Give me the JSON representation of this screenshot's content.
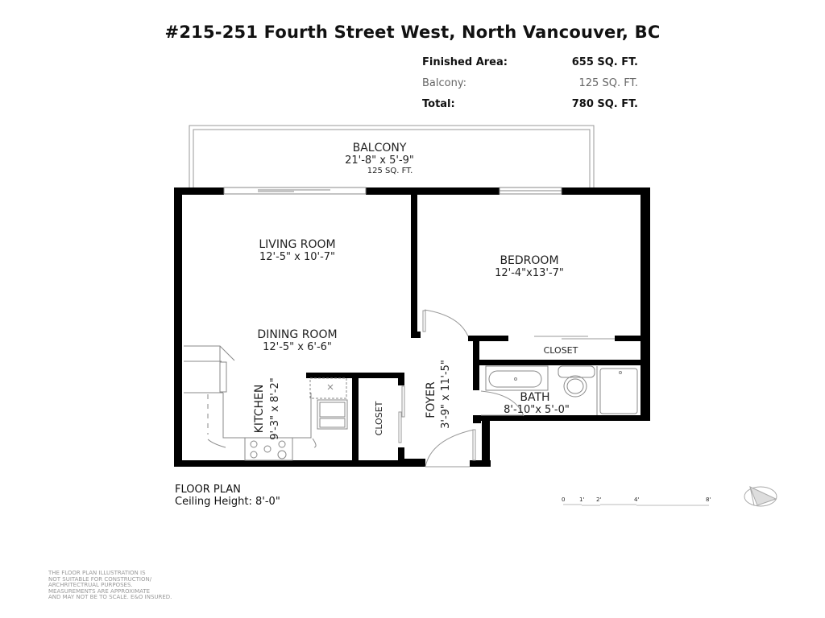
{
  "header": {
    "title": "#215-251 Fourth Street West, North Vancouver, BC"
  },
  "areas": [
    {
      "label": "Finished Area:",
      "value": "655 SQ. FT."
    },
    {
      "label": "Balcony:",
      "value": "125 SQ. FT."
    },
    {
      "label": "Total:",
      "value": "780 SQ. FT."
    }
  ],
  "rooms": {
    "balcony": {
      "name": "BALCONY",
      "dims": "21'-8\"  x 5'-9\"",
      "area": "125 SQ. FT."
    },
    "living": {
      "name": "LIVING ROOM",
      "dims": "12'-5\" x 10'-7\""
    },
    "bedroom": {
      "name": "BEDROOM",
      "dims": "12'-4\"x13'-7\""
    },
    "dining": {
      "name": "DINING ROOM",
      "dims": "12'-5\" x 6'-6\""
    },
    "closet_bedroom": {
      "name": "CLOSET"
    },
    "kitchen": {
      "name": "KITCHEN",
      "dims": "9'-3\" x 8'-2\""
    },
    "closet_foyer": {
      "name": "CLOSET"
    },
    "foyer": {
      "name": "FOYER",
      "dims": "3'-9\" x 11'-5\""
    },
    "bath": {
      "name": "BATH",
      "dims": "8'-10\"x 5'-0\""
    }
  },
  "footer": {
    "plan_title": "FLOOR PLAN",
    "ceiling": "Ceiling Height: 8'-0\"",
    "scale_ticks": [
      "0",
      "1'",
      "2'",
      "4'",
      "8'"
    ],
    "disclaimer": [
      "THE FLOOR PLAN ILLUSTRATION IS",
      "NOT SUITABLE FOR CONSTRUCTION/",
      "ARCHRITECTRUAL PURPOSES.",
      "MEASUREMENTS ARE APPROXIMATE",
      "AND MAY NOT BE TO SCALE. E&O INSURED."
    ]
  },
  "colors": {
    "wall": "#000000",
    "fixture": "#888888",
    "muted": "#999999"
  }
}
